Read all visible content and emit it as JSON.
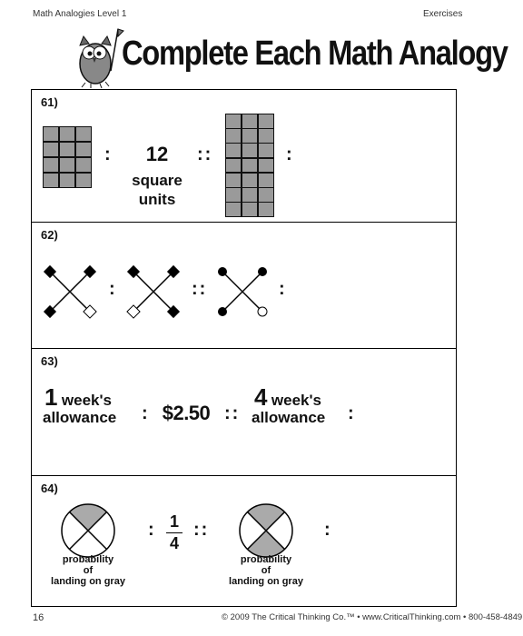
{
  "header": {
    "left": "Math Analogies Level 1",
    "right": "Exercises"
  },
  "title": "Complete Each Math Analogy",
  "problems": [
    {
      "number": "61)",
      "term2_value": "12",
      "term2_unit_line1": "square",
      "term2_unit_line2": "units",
      "colon": ":",
      "double_colon": "::",
      "colon_end": ":"
    },
    {
      "number": "62)",
      "colon": ":",
      "double_colon": "::",
      "colon_end": ":"
    },
    {
      "number": "63)",
      "term1_num": "1",
      "term1_word": "week's",
      "term1_line2": "allowance",
      "term2": "$2.50",
      "term3_num": "4",
      "term3_word": "week's",
      "term3_line2": "allowance",
      "colon": ":",
      "double_colon": "::",
      "colon_end": ":"
    },
    {
      "number": "64)",
      "caption_line1": "probability",
      "caption_line2": "of",
      "caption_line3": "landing on gray",
      "fraction_num": "1",
      "fraction_den": "4",
      "colon": ":",
      "double_colon": "::",
      "colon_end": ":"
    }
  ],
  "footer": {
    "page": "16",
    "credit": "© 2009 The Critical Thinking Co.™ • www.CriticalThinking.com • 800-458-4849"
  }
}
